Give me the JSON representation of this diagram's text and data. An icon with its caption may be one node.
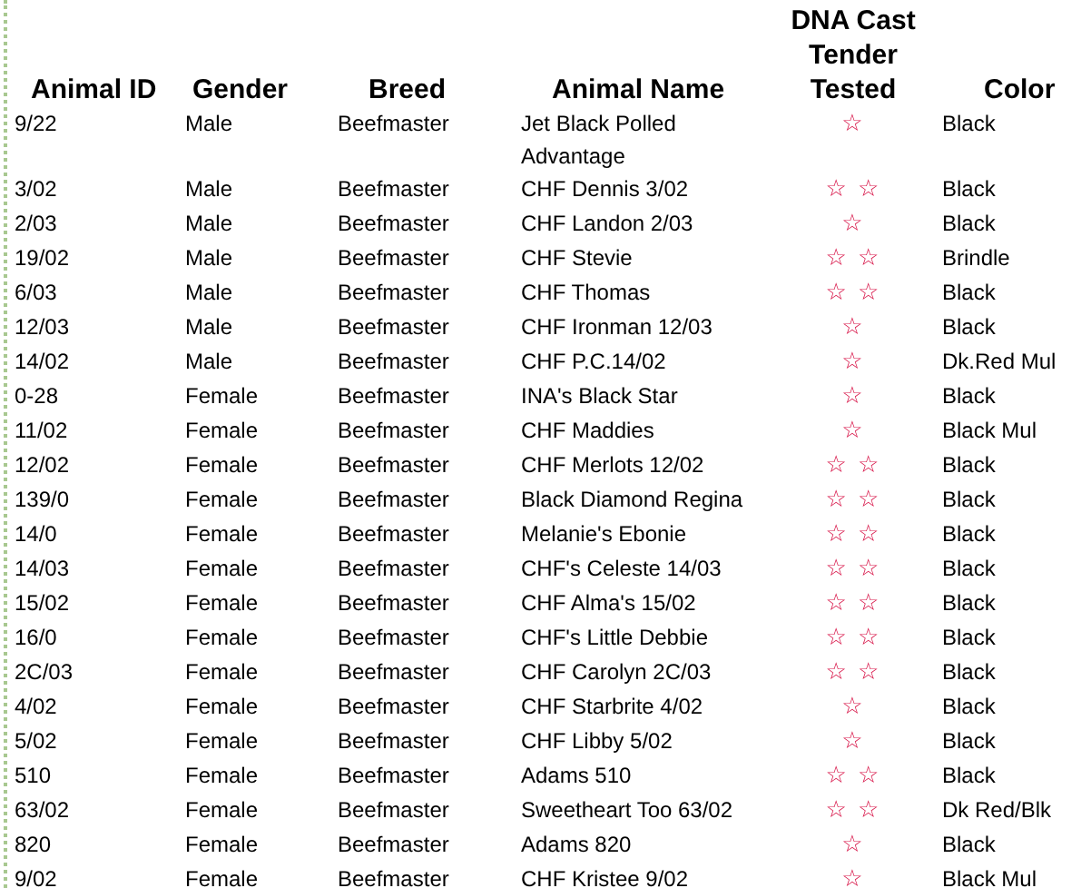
{
  "diagram": {
    "labels": [
      "Animal ID",
      "Gender",
      "Breed",
      "Animal Name",
      "DNA Cast Tender Tested",
      "Color",
      "9/22",
      "Male",
      "Beefmaster",
      "Jet Black Polled Advantage",
      "☆",
      "Black",
      "3/02",
      "Male",
      "Beefmaster",
      "CHF Dennis 3/02",
      "☆ ☆",
      "Black",
      "2/03",
      "Male",
      "Beefmaster",
      "CHF Landon 2/03",
      "☆",
      "Black",
      "19/02",
      "Male",
      "Beefmaster",
      "CHF Stevie",
      "☆ ☆",
      "Brindle",
      "6/03",
      "Male",
      "Beefmaster",
      "CHF Thomas",
      "☆ ☆",
      "Black",
      "12/03",
      "Male",
      "Beefmaster",
      "CHF Ironman 12/03",
      "☆",
      "Black",
      "14/02",
      "Male",
      "Beefmaster",
      "CHF P.C.14/02",
      "☆",
      "Dk.Red Mul",
      "0-28",
      "Female",
      "Beefmaster",
      "INA's Black Star",
      "☆",
      "Black",
      "11/02",
      "Female",
      "Beefmaster",
      "CHF Maddies",
      "☆",
      "Black Mul",
      "12/02",
      "Female",
      "Beefmaster",
      "CHF Merlots 12/02",
      "☆ ☆",
      "Black",
      "139/0",
      "Female",
      "Beefmaster",
      "Black Diamond Regina",
      "☆ ☆",
      "Black",
      "14/0",
      "Female",
      "Beefmaster",
      "Melanie's Ebonie",
      "☆ ☆",
      "Black",
      "14/03",
      "Female",
      "Beefmaster",
      "CHF's Celeste 14/03",
      "☆ ☆",
      "Black",
      "15/02",
      "Female",
      "Beefmaster",
      "CHF Alma's 15/02",
      "☆ ☆",
      "Black",
      "16/0",
      "Female",
      "Beefmaster",
      "CHF's Little Debbie",
      "☆ ☆",
      "Black",
      "2C/03",
      "Female",
      "Beefmaster",
      "CHF Carolyn 2C/03",
      "☆ ☆",
      "Black",
      "4/02",
      "Female",
      "Beefmaster",
      "CHF Starbrite 4/02",
      "☆",
      "Black",
      "5/02",
      "Female",
      "Beefmaster",
      "CHF Libby 5/02",
      "☆",
      "Black",
      "510",
      "Female",
      "Beefmaster",
      "Adams 510",
      "☆ ☆",
      "Black",
      "63/02",
      "Female",
      "Beefmaster",
      "Sweetheart Too 63/02",
      "☆ ☆",
      "Dk Red/Blk",
      "820",
      "Female",
      "Beefmaster",
      "Adams 820",
      "☆",
      "Black",
      "9/02",
      "Female",
      "Beefmaster",
      "CHF Kristee 9/02",
      "☆",
      "Black Mul"
    ]
  }
}
